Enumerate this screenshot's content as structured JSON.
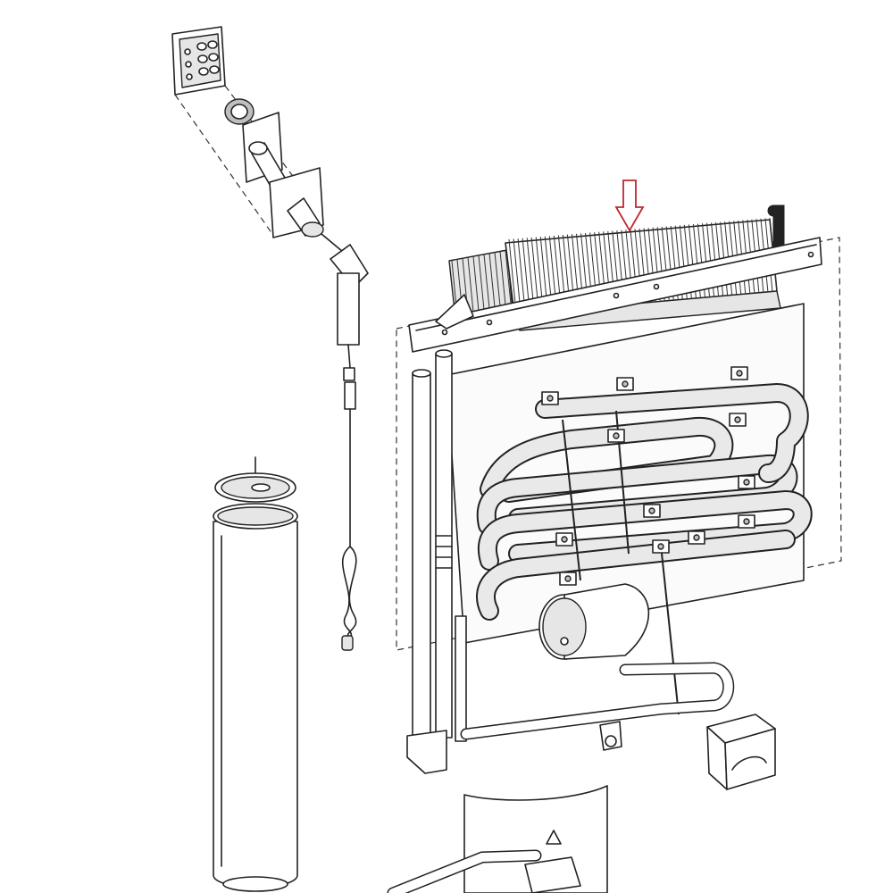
{
  "figure": {
    "parts": [
      "control-panel-plate",
      "burner-tube-assembly",
      "thermocouple-wire",
      "flue-baffle-disc",
      "flue-chimney-tube",
      "cooling-unit",
      "condenser-fins",
      "mounting-bracket",
      "absorber-coils",
      "boiler-pipe",
      "drip-cup"
    ],
    "highlight_arrow": {
      "color": "#c0272d",
      "points_to": "condenser-fins"
    }
  }
}
